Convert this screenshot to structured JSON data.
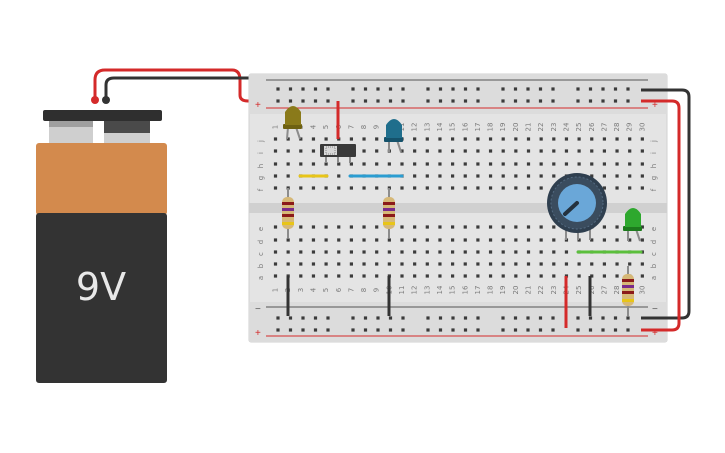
{
  "battery": {
    "label": "9V"
  },
  "breadboard": {
    "rail_plus": "+",
    "rail_minus": "−",
    "rows_top": [
      "j",
      "i",
      "h",
      "g",
      "f"
    ],
    "rows_bottom": [
      "e",
      "d",
      "c",
      "b",
      "a"
    ],
    "columns": [
      "1",
      "2",
      "3",
      "4",
      "5",
      "6",
      "7",
      "8",
      "9",
      "10",
      "11",
      "12",
      "13",
      "14",
      "15",
      "16",
      "17",
      "18",
      "19",
      "20",
      "21",
      "22",
      "23",
      "24",
      "25",
      "26",
      "27",
      "28",
      "29",
      "30"
    ]
  },
  "colors": {
    "wire_red": "#d42a2a",
    "wire_black": "#333333",
    "wire_yellow": "#e8c518",
    "wire_blue": "#2b9dd1",
    "wire_green": "#5bbf3c",
    "led_yellow": "#8a7a1a",
    "led_blue": "#1f6e8c",
    "led_green": "#2ea82e",
    "battery_top": "#d38a4d",
    "battery_body": "#333333"
  },
  "components": [
    {
      "kind": "led",
      "name": "led-yellow",
      "color": "yellow"
    },
    {
      "kind": "led",
      "name": "led-blue",
      "color": "blue"
    },
    {
      "kind": "led",
      "name": "led-green",
      "color": "green"
    },
    {
      "kind": "switch",
      "name": "slide-switch"
    },
    {
      "kind": "potentiometer",
      "name": "potentiometer"
    },
    {
      "kind": "resistor",
      "name": "resistor-1"
    },
    {
      "kind": "resistor",
      "name": "resistor-2"
    },
    {
      "kind": "resistor",
      "name": "resistor-3"
    }
  ]
}
